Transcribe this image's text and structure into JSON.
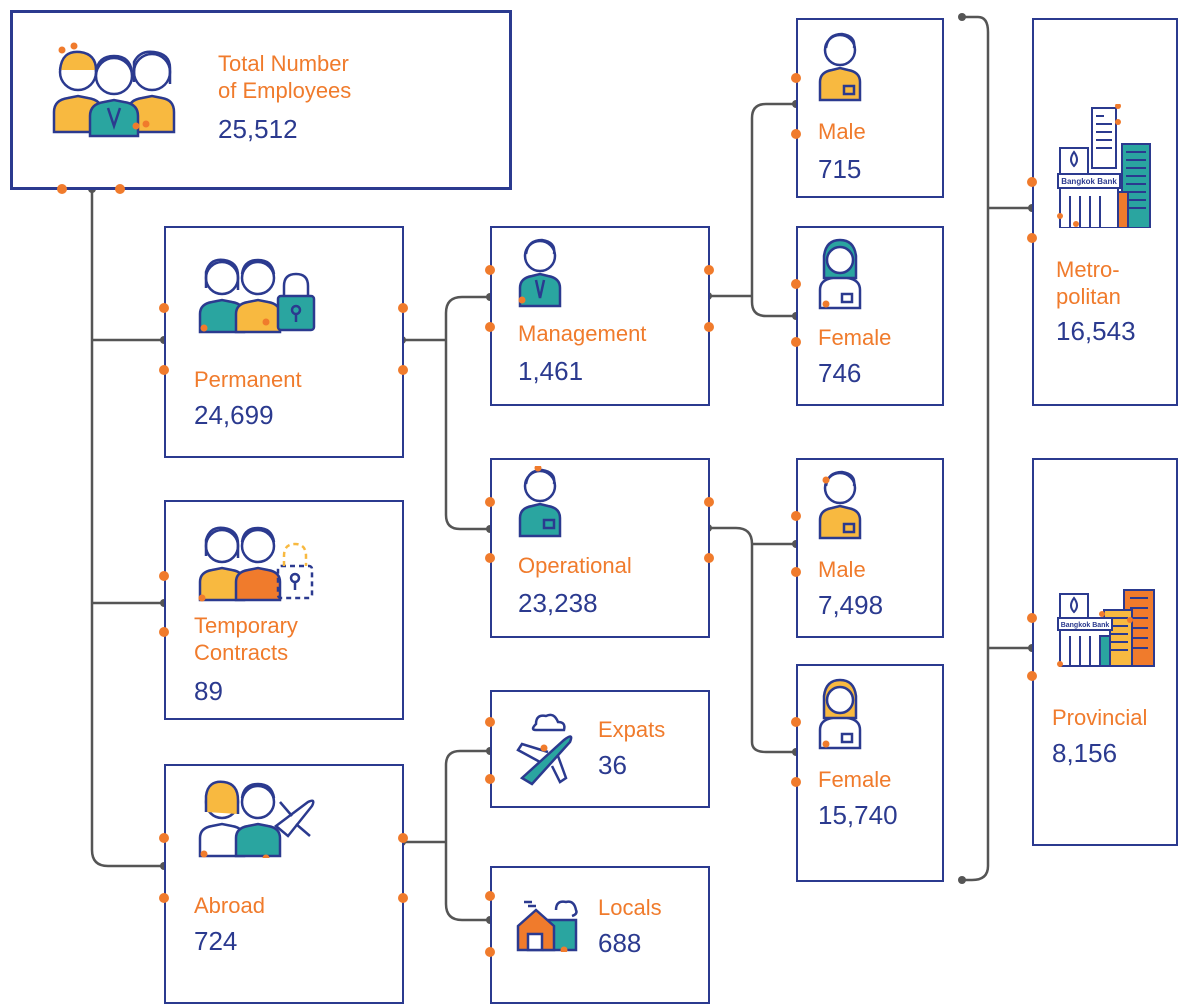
{
  "colors": {
    "accent_orange": "#f07b2c",
    "navy": "#2b3a8f",
    "connector": "#555555",
    "teal": "#2aa5a0",
    "yellow": "#f8b940"
  },
  "nodes": {
    "total": {
      "label": "Total Number\nof Employees",
      "value": "25,512",
      "icon": "employee-group-icon"
    },
    "permanent": {
      "label": "Permanent",
      "value": "24,699",
      "icon": "permanent-staff-lock-icon"
    },
    "temporary": {
      "label": "Temporary\nContracts",
      "value": "89",
      "icon": "temporary-staff-dashed-lock-icon"
    },
    "abroad": {
      "label": "Abroad",
      "value": "724",
      "icon": "staff-airplane-icon"
    },
    "management": {
      "label": "Management",
      "value": "1,461",
      "icon": "manager-icon"
    },
    "operational": {
      "label": "Operational",
      "value": "23,238",
      "icon": "operational-staff-icon"
    },
    "expats": {
      "label": "Expats",
      "value": "36",
      "icon": "airplane-icon"
    },
    "locals": {
      "label": "Locals",
      "value": "688",
      "icon": "house-icon"
    },
    "mgmt_male": {
      "label": "Male",
      "value": "715",
      "icon": "male-icon"
    },
    "mgmt_female": {
      "label": "Female",
      "value": "746",
      "icon": "female-icon"
    },
    "op_male": {
      "label": "Male",
      "value": "7,498",
      "icon": "male-icon"
    },
    "op_female": {
      "label": "Female",
      "value": "15,740",
      "icon": "female-icon"
    },
    "metro": {
      "label": "Metro-\npolitan",
      "value": "16,543",
      "icon": "city-bank-building-icon"
    },
    "provincial": {
      "label": "Provincial",
      "value": "8,156",
      "icon": "provincial-bank-building-icon"
    }
  },
  "building_sign": "Bangkok Bank"
}
